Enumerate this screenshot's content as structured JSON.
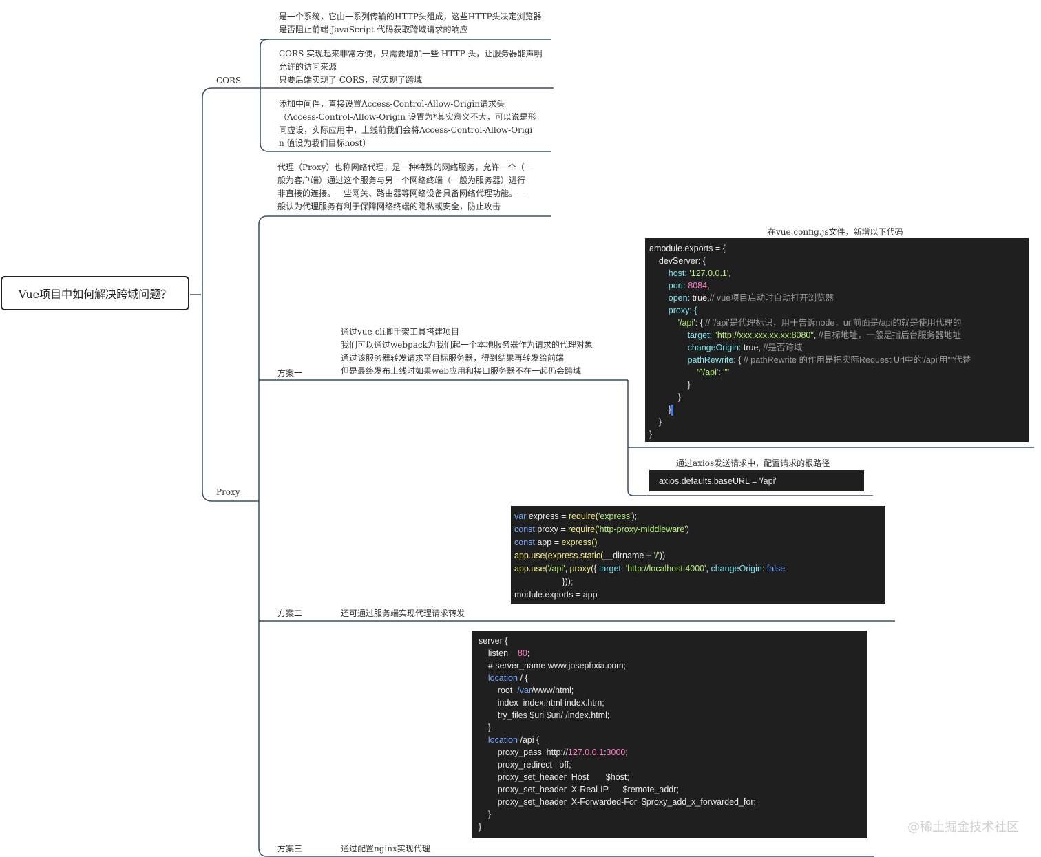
{
  "root": {
    "title": "Vue项目中如何解决跨域问题？"
  },
  "cors": {
    "label": "CORS",
    "notes": [
      [
        "是一个系统，它由一系列传输的HTTP头组成，这些HTTP头决定浏览器",
        "是否阻止前端 JavaScript 代码获取跨域请求的响应"
      ],
      [
        "CORS 实现起来非常方便，只需要增加一些 HTTP 头，让服务器能声明",
        "允许的访问来源",
        "只要后端实现了 CORS，就实现了跨域"
      ],
      [
        "添加中间件，直接设置Access-Control-Allow-Origin请求头",
        "（Access-Control-Allow-Origin 设置为*其实意义不大，可以说是形",
        "同虚设，实际应用中，上线前我们会将Access-Control-Allow-Origi",
        "n 值设为我们目标host）"
      ]
    ]
  },
  "proxy": {
    "label": "Proxy",
    "note": [
      "代理（Proxy）也称网络代理，是一种特殊的网络服务，允许一个（一",
      "般为客户端）通过这个服务与另一个网络终端（一般为服务器）进行",
      "非直接的连接。一些网关、路由器等网络设备具备网络代理功能。一",
      "般认为代理服务有利于保障网络终端的隐私或安全，防止攻击"
    ],
    "plan1": {
      "label": "方案一",
      "desc": [
        "通过vue-cli脚手架工具搭建项目",
        "我们可以通过webpack为我们起一个本地服务器作为请求的代理对象",
        "通过该服务器转发请求至目标服务器，得到结果再转发给前端",
        "但是最终发布上线时如果web应用和接口服务器不在一起仍会跨域"
      ],
      "config_caption": "在vue.config.js文件，新增以下代码",
      "axios_caption": "通过axios发送请求中，配置请求的根路径",
      "axios_code": "axios.defaults.baseURL = '/api'"
    },
    "plan2": {
      "label": "方案二",
      "desc": "还可通过服务端实现代理请求转发"
    },
    "plan3": {
      "label": "方案三",
      "desc": "通过配置nginx实现代理"
    }
  },
  "code_blocks": {
    "vue_config": [
      [
        [
          "amodule.exports = {",
          "p"
        ]
      ],
      [
        [
          "    devServer: {",
          "p"
        ]
      ],
      [
        [
          "        host: ",
          "v"
        ],
        [
          "'127.0.0.1'",
          "s"
        ],
        [
          ",",
          "p"
        ]
      ],
      [
        [
          "        port: ",
          "v"
        ],
        [
          "8084",
          "n"
        ],
        [
          ",",
          "p"
        ]
      ],
      [
        [
          "        open: ",
          "v"
        ],
        [
          "true,",
          "p"
        ],
        [
          "// vue项目启动时自动打开浏览器",
          "c"
        ]
      ],
      [
        [
          "        proxy: {",
          "v"
        ]
      ],
      [
        [
          "            ",
          "p"
        ],
        [
          "'/api'",
          "s"
        ],
        [
          ": { ",
          "p"
        ],
        [
          "// '/api'是代理标识，用于告诉node，url前面是/api的就是使用代理的",
          "c"
        ]
      ],
      [
        [
          "                target: ",
          "v"
        ],
        [
          "\"http://xxx.xxx.xx.xx:8080\"",
          "s"
        ],
        [
          ", ",
          "p"
        ],
        [
          "//目标地址，一般是指后台服务器地址",
          "c"
        ]
      ],
      [
        [
          "                changeOrigin: ",
          "v"
        ],
        [
          "true, ",
          "p"
        ],
        [
          "//是否跨域",
          "c"
        ]
      ],
      [
        [
          "                pathRewrite: ",
          "v"
        ],
        [
          "{ ",
          "p"
        ],
        [
          "// pathRewrite 的作用是把实际Request Url中的'/api'用\"\"代替",
          "c"
        ]
      ],
      [
        [
          "                    ",
          "p"
        ],
        [
          "'^/api'",
          "s"
        ],
        [
          ": ",
          "p"
        ],
        [
          "\"\"",
          "s"
        ]
      ],
      [
        [
          "                }",
          "p"
        ]
      ],
      [
        [
          "            }",
          "p"
        ]
      ],
      [
        [
          "        }",
          "p"
        ],
        [
          "CURSOR",
          "cursor"
        ]
      ],
      [
        [
          "    }",
          "p"
        ]
      ],
      [
        [
          "}",
          "p"
        ]
      ]
    ],
    "express": [
      [
        [
          "var ",
          "k"
        ],
        [
          "express = ",
          "p"
        ],
        [
          "require(",
          "f"
        ],
        [
          "'express'",
          "s"
        ],
        [
          ");",
          "p"
        ]
      ],
      [
        [
          "const ",
          "k"
        ],
        [
          "proxy = ",
          "p"
        ],
        [
          "require(",
          "f"
        ],
        [
          "'http-proxy-middleware'",
          "s"
        ],
        [
          ")",
          "p"
        ]
      ],
      [
        [
          "const ",
          "k"
        ],
        [
          "app = ",
          "p"
        ],
        [
          "express()",
          "f"
        ]
      ],
      [
        [
          "app.use(",
          "f"
        ],
        [
          "express.static(",
          "f"
        ],
        [
          "__dirname + ",
          "p"
        ],
        [
          "'/'",
          "s"
        ],
        [
          "))",
          "p"
        ]
      ],
      [
        [
          "app.use(",
          "f"
        ],
        [
          "'/api'",
          "s"
        ],
        [
          ", ",
          "p"
        ],
        [
          "proxy(",
          "f"
        ],
        [
          "{ ",
          "p"
        ],
        [
          "target",
          "v"
        ],
        [
          ": ",
          "p"
        ],
        [
          "'http://localhost:4000'",
          "s"
        ],
        [
          ", ",
          "p"
        ],
        [
          "changeOrigin",
          "v"
        ],
        [
          ": ",
          "p"
        ],
        [
          "false",
          "k"
        ]
      ],
      [
        [
          "                    }));",
          "p"
        ]
      ],
      [
        [
          "module.exports = app",
          "p"
        ]
      ]
    ],
    "nginx": [
      [
        [
          "server {",
          "p"
        ]
      ],
      [
        [
          "    listen    ",
          "p"
        ],
        [
          "80",
          "n"
        ],
        [
          ";",
          "p"
        ]
      ],
      [
        [
          "    # server_name www.josephxia.com;",
          "p"
        ]
      ],
      [
        [
          "    ",
          "p"
        ],
        [
          "location",
          "k"
        ],
        [
          " / {",
          "p"
        ]
      ],
      [
        [
          "        root  ",
          "p"
        ],
        [
          "/var",
          "k"
        ],
        [
          "/www/html;",
          "p"
        ]
      ],
      [
        [
          "        index  index.html index.htm;",
          "p"
        ]
      ],
      [
        [
          "        try_files $uri $uri/ /index.html;",
          "p"
        ]
      ],
      [
        [
          "    }",
          "p"
        ]
      ],
      [
        [
          "    ",
          "p"
        ],
        [
          "location",
          "k"
        ],
        [
          " /api {",
          "p"
        ]
      ],
      [
        [
          "        proxy_pass  http://",
          "p"
        ],
        [
          "127.0.0.1",
          "n"
        ],
        [
          ":",
          "p"
        ],
        [
          "3000",
          "n"
        ],
        [
          ";",
          "p"
        ]
      ],
      [
        [
          "        proxy_redirect   off;",
          "p"
        ]
      ],
      [
        [
          "        proxy_set_header  Host       $host;",
          "p"
        ]
      ],
      [
        [
          "        proxy_set_header  X-Real-IP      $remote_addr;",
          "p"
        ]
      ],
      [
        [
          "        proxy_set_header  X-Forwarded-For  $proxy_add_x_forwarded_for;",
          "p"
        ]
      ],
      [
        [
          "    }",
          "p"
        ]
      ],
      [
        [
          "}",
          "p"
        ]
      ]
    ]
  },
  "watermark": "@稀土掘金技术社区",
  "colors": {
    "connector": "#3d4d66",
    "code_bg": "#1f1f1f"
  }
}
